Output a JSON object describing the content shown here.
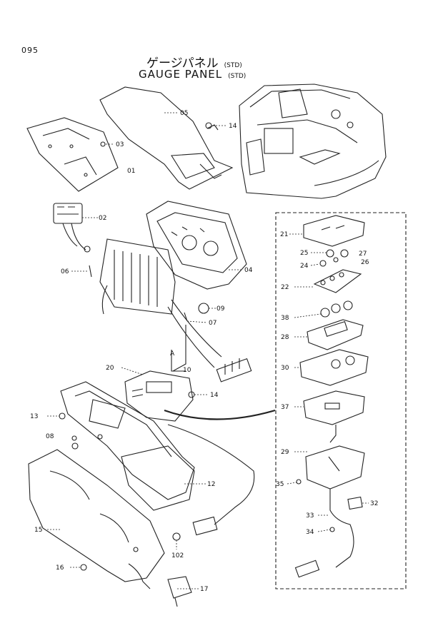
{
  "header": {
    "page_number": "095",
    "title_jp": "ゲージパネル",
    "title_en": "GAUGE PANEL",
    "std_tag": "(STD)"
  },
  "callouts": [
    "05",
    "14",
    "03",
    "01",
    "02",
    "04",
    "06",
    "09",
    "07",
    "A",
    "10",
    "20",
    "14",
    "13",
    "08",
    "12",
    "15",
    "102",
    "16",
    "17",
    "21",
    "25",
    "27",
    "24",
    "26",
    "22",
    "38",
    "28",
    "30",
    "37",
    "29",
    "35",
    "32",
    "33",
    "34"
  ]
}
